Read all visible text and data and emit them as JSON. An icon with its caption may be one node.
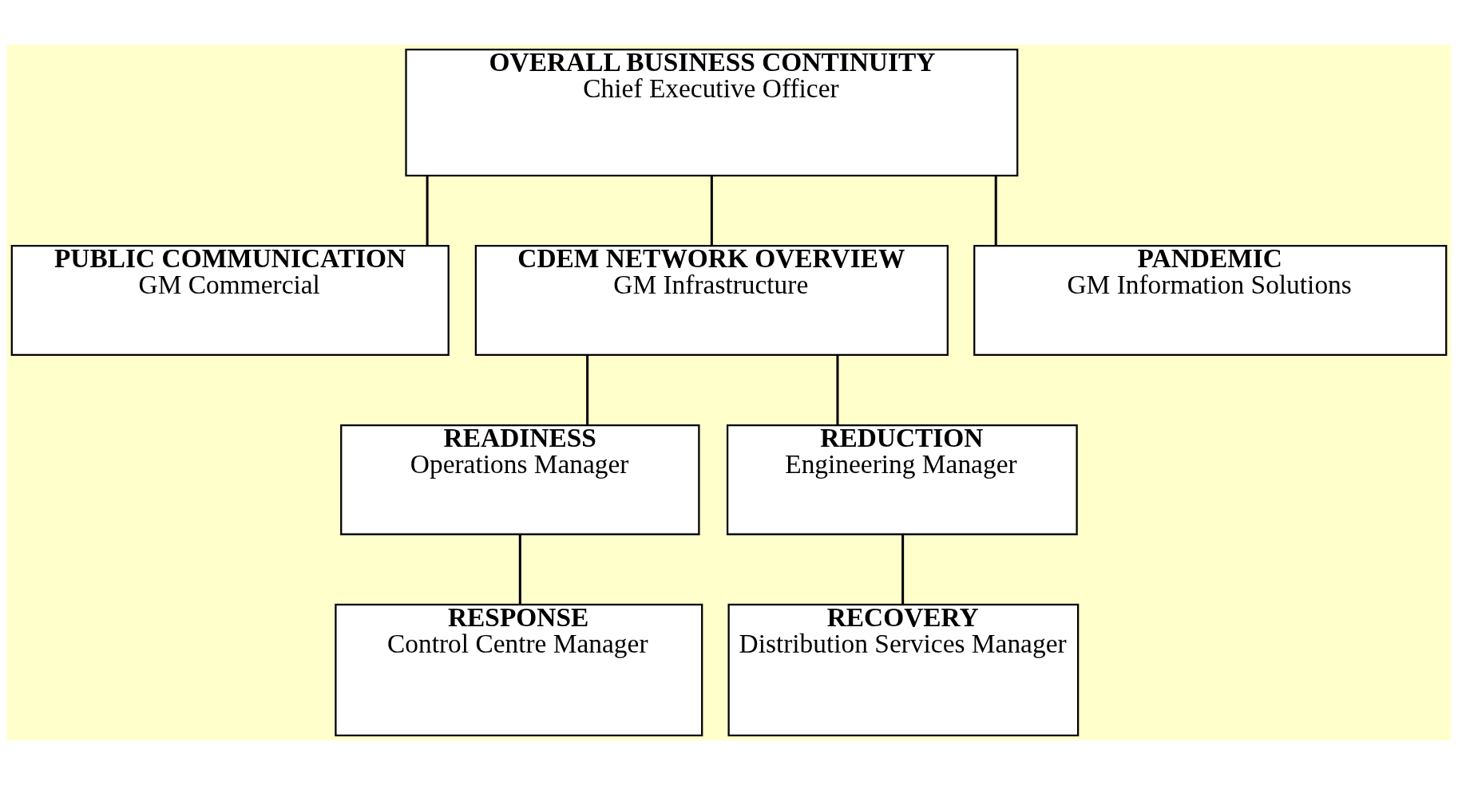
{
  "diagram": {
    "nodes": [
      {
        "text": [
          "OVERALL BUSINESS CONTINUITY",
          "Chief Executive Officer"
        ]
      },
      {
        "text": [
          "PUBLIC COMMUNICATION",
          "GM Commercial"
        ]
      },
      {
        "text": [
          "CDEM NETWORK OVERVIEW",
          "GM Infrastructure"
        ]
      },
      {
        "text": [
          "PANDEMIC",
          "GM Information Solutions"
        ]
      },
      {
        "text": [
          "READINESS",
          "Operations Manager"
        ]
      },
      {
        "text": [
          "REDUCTION",
          "Engineering Manager"
        ]
      },
      {
        "text": [
          "RESPONSE",
          "Control Centre Manager"
        ]
      },
      {
        "text": [
          "RECOVERY",
          "Distribution Services Manager"
        ]
      }
    ],
    "edges": [
      {
        "from": 0,
        "to": 1,
        "arrow": "none"
      },
      {
        "from": 0,
        "to": 2,
        "arrow": "none"
      },
      {
        "from": 0,
        "to": 3,
        "arrow": "none"
      },
      {
        "from": 2,
        "to": 4,
        "arrow": "none"
      },
      {
        "from": 2,
        "to": 5,
        "arrow": "none"
      },
      {
        "from": 4,
        "to": 6,
        "arrow": "none"
      },
      {
        "from": 5,
        "to": 7,
        "arrow": "none"
      }
    ]
  }
}
